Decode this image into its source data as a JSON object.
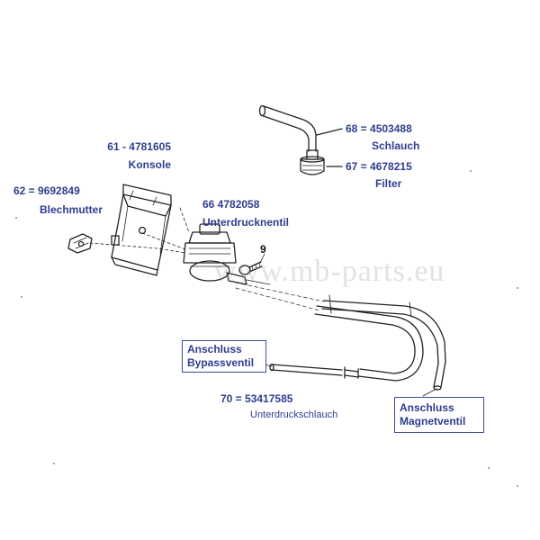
{
  "parts": [
    {
      "id": "konsole",
      "line1": "61 - 4781605",
      "line2": "Konsole"
    },
    {
      "id": "blechmutter",
      "line1": "62 = 9692849",
      "line2": "Blechmutter"
    },
    {
      "id": "unterdruckventil",
      "line1": "66  4782058",
      "line2": "Unterdrucknentil"
    },
    {
      "id": "schlauch",
      "line1": "68 = 4503488",
      "line2": "Schlauch"
    },
    {
      "id": "filter",
      "line1": "67  = 4678215",
      "line2": "Filter"
    },
    {
      "id": "unterdruckschlauch",
      "line1": "70  = 53417585",
      "line2": "Unterdruckschlauch"
    }
  ],
  "callouts": {
    "screw_number": "9"
  },
  "boxes": {
    "bypass": {
      "line1": "Anschluss",
      "line2": "Bypassventil"
    },
    "magnet": {
      "line1": "Anschluss",
      "line2": "Magnetventil"
    }
  },
  "watermark": "www.mb-parts.eu",
  "colors": {
    "label": "#2d3e8f",
    "box_border": "#3b4aa0",
    "drawing": "#222222"
  }
}
